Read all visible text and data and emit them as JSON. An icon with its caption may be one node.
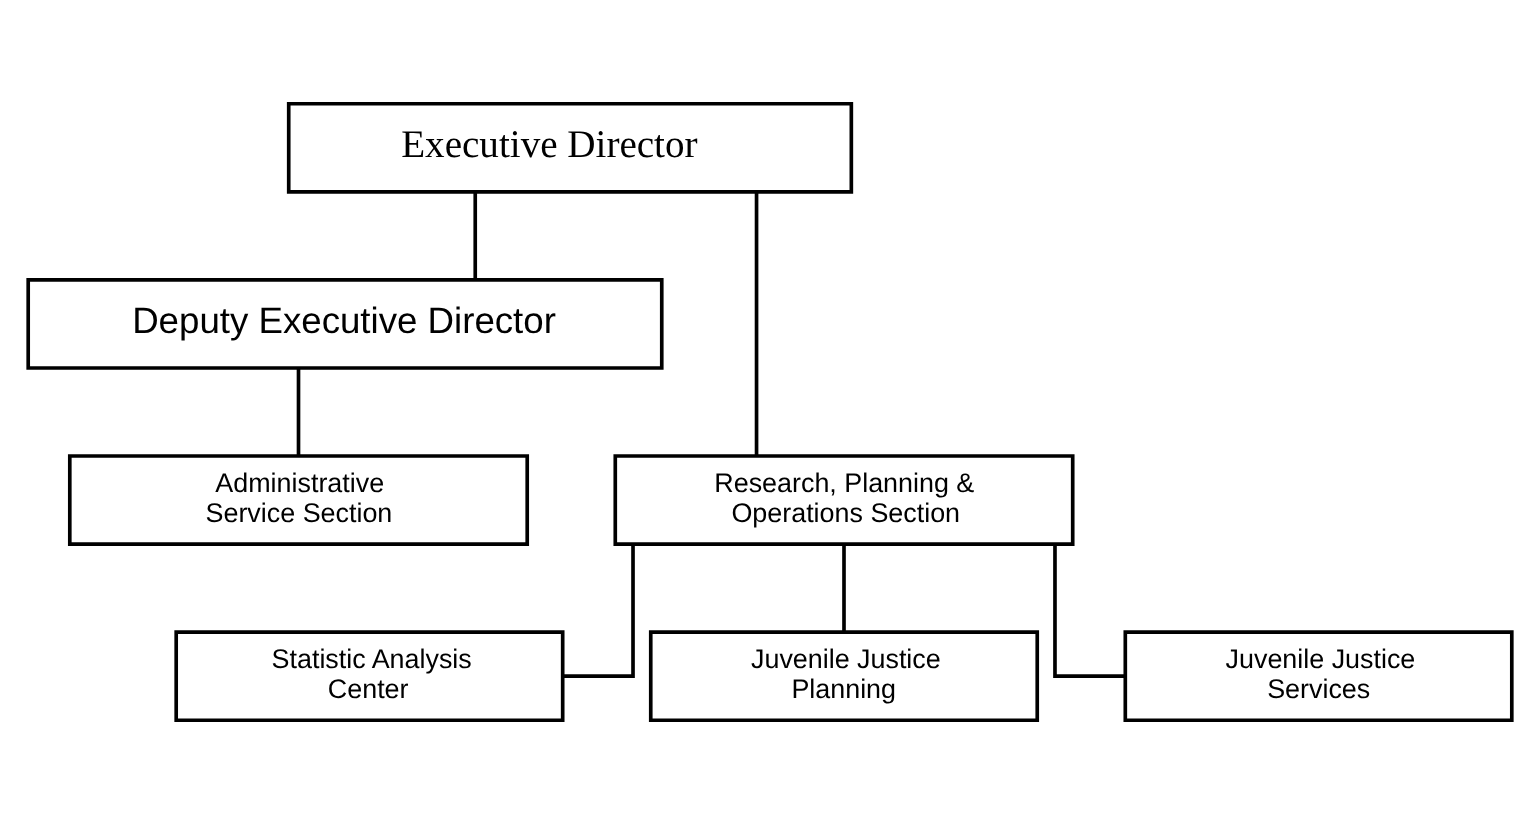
{
  "diagram": {
    "nodes": [
      {
        "text": [
          "Executive Director"
        ]
      },
      {
        "text": [
          "Deputy Executive Director"
        ]
      },
      {
        "text": [
          "Research, Planning & Operations Section"
        ]
      },
      {
        "text": [
          "Administrative Service Section"
        ]
      },
      {
        "text": [
          "Statistic Analysis Center"
        ]
      },
      {
        "text": [
          "Juvenile Justice Planning"
        ]
      },
      {
        "text": [
          "Juvenile Justice Services"
        ]
      }
    ],
    "edges": [
      {
        "from": 0,
        "to": 1,
        "arrow": "none"
      },
      {
        "from": 0,
        "to": 2,
        "arrow": "none"
      },
      {
        "from": 1,
        "to": 3,
        "arrow": "none"
      },
      {
        "from": 2,
        "to": 4,
        "arrow": "none"
      },
      {
        "from": 2,
        "to": 5,
        "arrow": "none"
      },
      {
        "from": 2,
        "to": 6,
        "arrow": "none"
      }
    ]
  }
}
